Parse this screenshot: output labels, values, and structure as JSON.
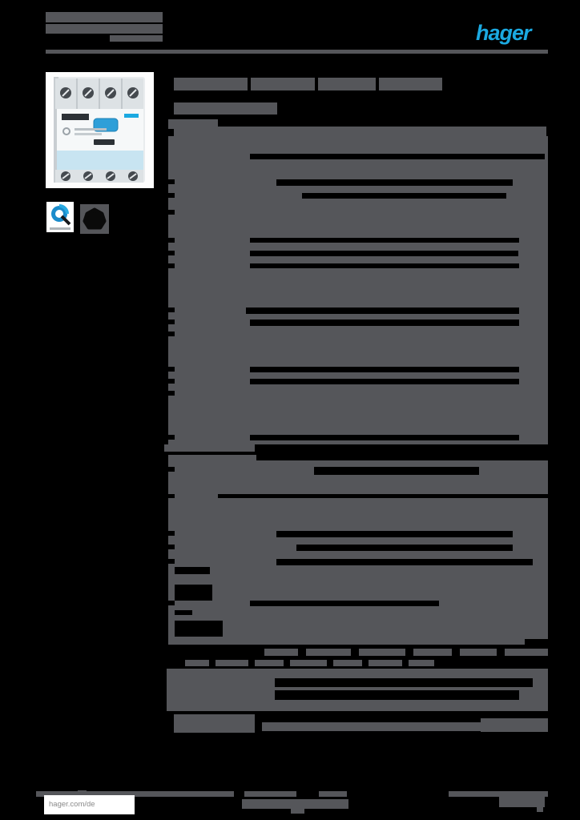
{
  "colors": {
    "background": "#000000",
    "redaction_bar": "#55565a",
    "brand_cyan": "#1ba9e1",
    "footer_text_gray": "#8a8a8a",
    "page_white": "#ffffff",
    "breaker_toggle_blue": "#2f9fd8",
    "breaker_band_blue": "#c8e4f1",
    "quality_mark_blue": "#1b8ccb"
  },
  "header": {
    "logo_text": "hager"
  },
  "footer": {
    "website": "hager.com/de"
  },
  "badges": {
    "quality_mark": "blue-q-quality-mark",
    "certification_mark": "black-certification-mark"
  },
  "redactions": {
    "bars": [
      [
        57,
        15,
        146,
        13
      ],
      [
        57,
        30,
        80,
        12
      ],
      [
        137,
        30,
        66,
        12
      ],
      [
        137,
        44,
        66,
        8
      ],
      [
        57,
        62,
        627,
        5
      ],
      [
        217,
        97,
        92,
        16
      ],
      [
        313,
        97,
        80,
        16
      ],
      [
        397,
        97,
        72,
        16
      ],
      [
        473,
        97,
        79,
        16
      ],
      [
        217,
        128,
        129,
        15
      ],
      [
        210,
        149,
        62,
        12
      ],
      [
        217,
        158,
        465,
        12
      ],
      [
        210,
        170,
        474,
        385
      ],
      [
        205,
        555,
        113,
        9
      ],
      [
        210,
        568,
        474,
        237
      ],
      [
        330,
        810,
        42,
        9
      ],
      [
        382,
        810,
        56,
        9
      ],
      [
        448,
        810,
        58,
        9
      ],
      [
        516,
        810,
        48,
        9
      ],
      [
        574,
        810,
        46,
        9
      ],
      [
        630,
        810,
        54,
        9
      ],
      [
        231,
        824,
        30,
        8
      ],
      [
        269,
        824,
        41,
        8
      ],
      [
        318,
        824,
        36,
        8
      ],
      [
        362,
        824,
        46,
        8
      ],
      [
        416,
        824,
        36,
        8
      ],
      [
        460,
        824,
        42,
        8
      ],
      [
        510,
        824,
        32,
        8
      ],
      [
        208,
        835,
        476,
        53
      ],
      [
        217,
        892,
        101,
        23
      ],
      [
        600,
        897,
        84,
        17
      ],
      [
        327,
        902,
        273,
        11
      ],
      [
        45,
        988,
        639,
        7
      ],
      [
        97,
        987,
        11,
        5
      ],
      [
        302,
        998,
        133,
        12
      ],
      [
        363,
        1010,
        17,
        6
      ],
      [
        623,
        988,
        57,
        20
      ],
      [
        670,
        1008,
        8,
        6
      ]
    ],
    "gaps": [
      [
        312,
        192,
        368,
        7
      ],
      [
        345,
        224,
        295,
        8
      ],
      [
        377,
        241,
        255,
        7
      ],
      [
        312,
        297,
        336,
        6
      ],
      [
        312,
        313,
        335,
        7
      ],
      [
        312,
        329,
        336,
        6
      ],
      [
        307,
        384,
        341,
        8
      ],
      [
        312,
        399,
        336,
        8
      ],
      [
        312,
        458,
        336,
        7
      ],
      [
        312,
        473,
        336,
        7
      ],
      [
        312,
        543,
        336,
        7
      ],
      [
        210,
        224,
        8,
        6
      ],
      [
        210,
        241,
        8,
        6
      ],
      [
        210,
        262,
        8,
        6
      ],
      [
        210,
        297,
        8,
        6
      ],
      [
        210,
        313,
        8,
        6
      ],
      [
        210,
        329,
        8,
        6
      ],
      [
        210,
        384,
        8,
        6
      ],
      [
        210,
        399,
        8,
        6
      ],
      [
        210,
        414,
        8,
        6
      ],
      [
        210,
        458,
        8,
        6
      ],
      [
        210,
        473,
        8,
        6
      ],
      [
        210,
        488,
        8,
        6
      ],
      [
        210,
        543,
        8,
        6
      ],
      [
        320,
        568,
        364,
        7
      ],
      [
        392,
        583,
        206,
        10
      ],
      [
        272,
        617,
        412,
        5
      ],
      [
        345,
        663,
        295,
        8
      ],
      [
        370,
        680,
        270,
        8
      ],
      [
        345,
        698,
        320,
        8
      ],
      [
        312,
        750,
        236,
        7
      ],
      [
        218,
        708,
        44,
        9
      ],
      [
        218,
        730,
        47,
        20
      ],
      [
        218,
        762,
        22,
        6
      ],
      [
        218,
        775,
        60,
        20
      ],
      [
        655,
        798,
        29,
        7
      ],
      [
        210,
        583,
        8,
        6
      ],
      [
        210,
        617,
        8,
        5
      ],
      [
        210,
        663,
        8,
        6
      ],
      [
        210,
        680,
        8,
        6
      ],
      [
        210,
        698,
        8,
        6
      ],
      [
        210,
        750,
        8,
        6
      ],
      [
        343,
        847,
        322,
        11
      ],
      [
        343,
        862,
        305,
        12
      ],
      [
        292,
        988,
        13,
        7
      ],
      [
        370,
        988,
        28,
        7
      ],
      [
        433,
        988,
        127,
        7
      ]
    ]
  }
}
